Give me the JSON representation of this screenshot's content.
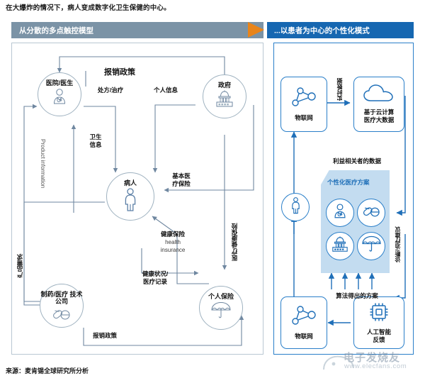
{
  "caption": "在大爆炸的情况下，病人变成数字化卫生保健的中心。",
  "header": {
    "left_label": "从分散的多点触控模型",
    "right_label": "...以患者为中心的个性化模式",
    "arrow_icon": "right-arrow-icon",
    "gray_color": "#7b93a6",
    "orange_color": "#e8841a",
    "blue_color": "#1667b1"
  },
  "left_panel": {
    "nodes": [
      {
        "id": "hospital",
        "label": "医院/医生",
        "icon": "doctor-icon"
      },
      {
        "id": "government",
        "label": "政府",
        "icon": "government-building-icon"
      },
      {
        "id": "patient",
        "label": "病人",
        "icon": "person-icon"
      },
      {
        "id": "pharma",
        "label": "制药/医疗\n技术公司",
        "icon": "pills-icon"
      },
      {
        "id": "insurance",
        "label": "个人保险",
        "icon": "umbrella-icon"
      }
    ],
    "flow_labels": [
      {
        "id": "reimbursement-policy-top",
        "text": "报销政策"
      },
      {
        "id": "prescription-treatment",
        "text": "处方/治疗"
      },
      {
        "id": "personal-information",
        "text": "个人信息"
      },
      {
        "id": "health-information",
        "text": "卫生\n信息"
      },
      {
        "id": "basic-medical-insurance",
        "text": "基本医\n疗保险"
      },
      {
        "id": "health-insurance-cn",
        "text": "健康保险"
      },
      {
        "id": "health-insurance-en",
        "text": "health\ninsurance"
      },
      {
        "id": "health-status-records",
        "text": "健康状况/\n医疗记录"
      },
      {
        "id": "reimbursement-policy-bottom",
        "text": "报销政策"
      }
    ],
    "vertical_labels": [
      {
        "id": "product-information",
        "text": "Product information"
      },
      {
        "id": "product-demand",
        "text": "产品需求"
      },
      {
        "id": "medical-insurance-vertical",
        "text": "医疗/健康保险"
      }
    ]
  },
  "right_panel": {
    "boxes": [
      {
        "id": "iot-top",
        "label": "物联网",
        "icon": "network-nodes-icon"
      },
      {
        "id": "cloud-bigdata",
        "label": "基于云计算\n医疗大数据",
        "icon": "cloud-icon"
      },
      {
        "id": "iot-bottom",
        "label": "物联网",
        "icon": "network-nodes-icon"
      },
      {
        "id": "ai-feedback",
        "label": "人工智能\n反馈",
        "icon": "chip-icon"
      }
    ],
    "patient": {
      "id": "patient",
      "icon": "person-icon"
    },
    "plan": {
      "title": "个性化医疗方案",
      "icons": [
        {
          "id": "doctor",
          "icon": "doctor-icon"
        },
        {
          "id": "pills",
          "icon": "pills-icon"
        },
        {
          "id": "government",
          "icon": "government-building-icon"
        },
        {
          "id": "umbrella",
          "icon": "umbrella-icon"
        }
      ]
    },
    "labels": [
      {
        "id": "stakeholder-data",
        "text": "利益相关者的数据"
      },
      {
        "id": "algorithm-plan",
        "text": "算法得出的方案"
      }
    ],
    "vertical_labels": [
      {
        "id": "realtime-data",
        "text": "实时数据"
      },
      {
        "id": "diagnosis-treatment-advice",
        "text": "诊断/治疗建议"
      }
    ]
  },
  "source": "来源：麦肯锡全球研究所分析",
  "watermark": {
    "line1": "电子发烧友",
    "line2": "www.elecfans.com"
  }
}
